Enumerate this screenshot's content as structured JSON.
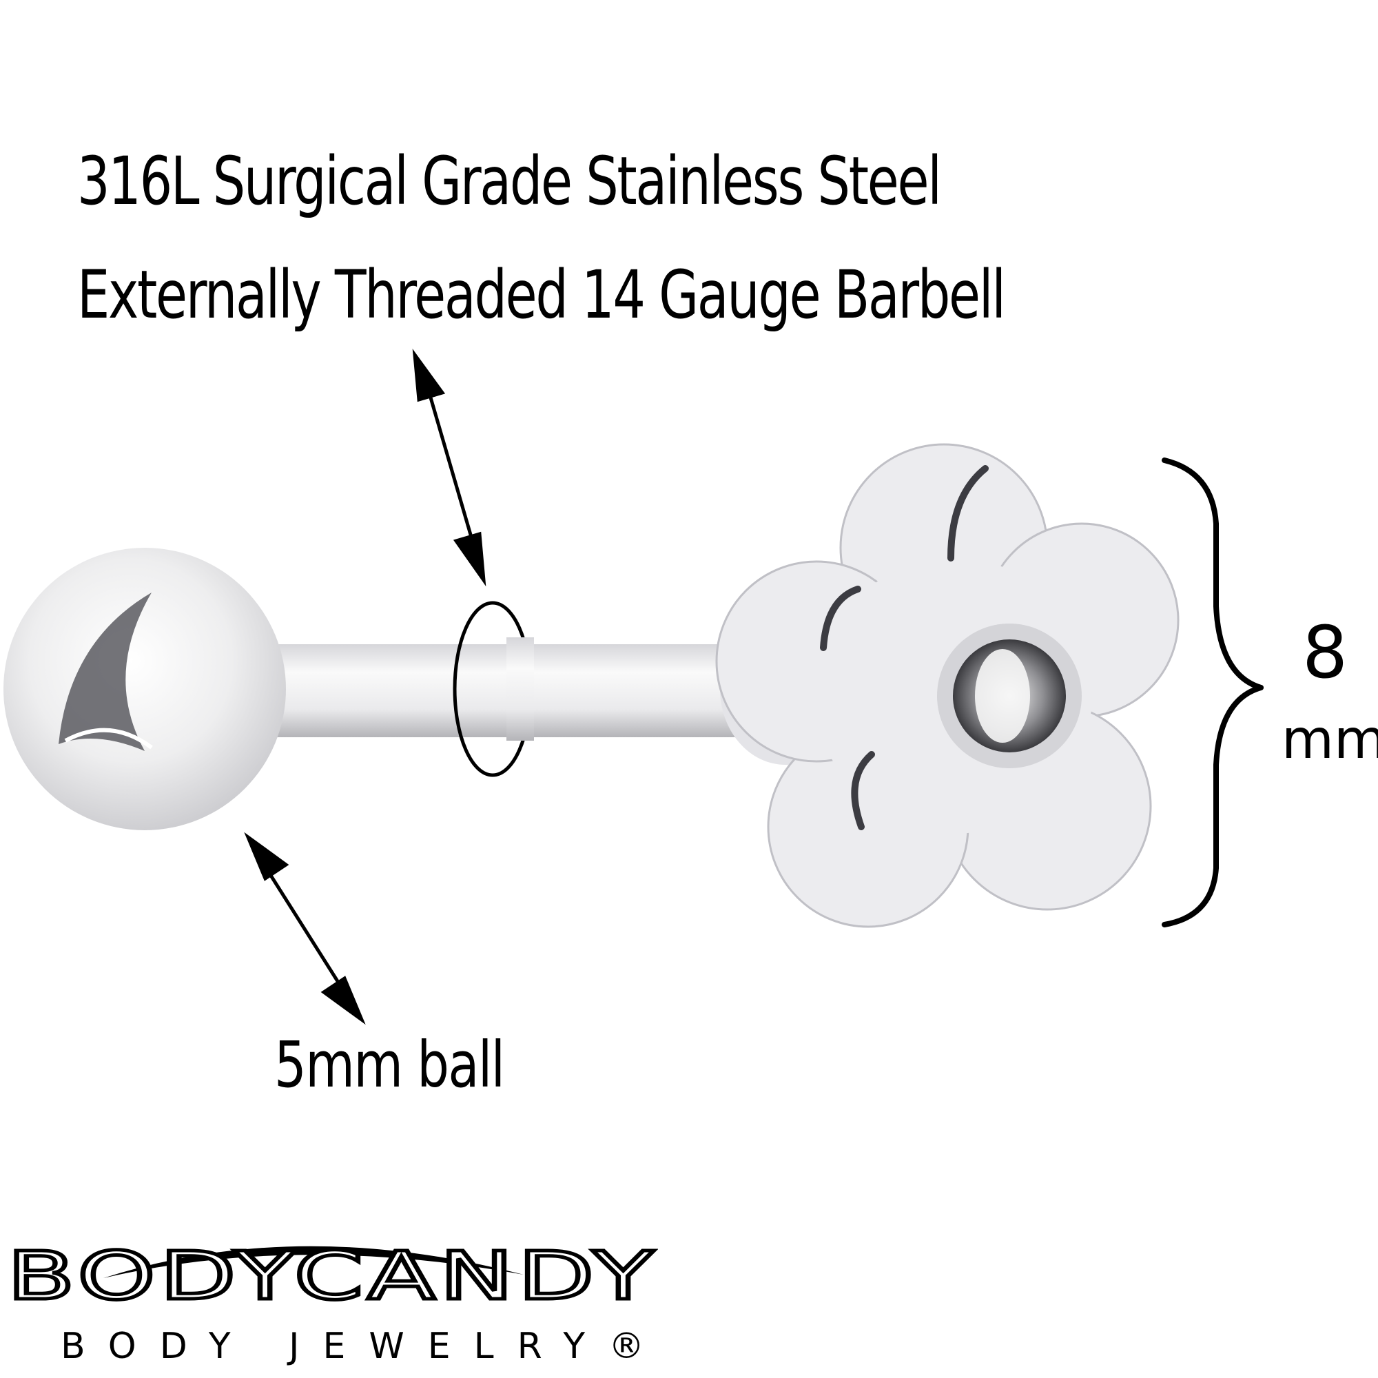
{
  "specs": {
    "line1": "316L Surgical Grade Stainless Steel",
    "line2": "Externally Threaded 14 Gauge Barbell"
  },
  "ball_label": "5mm ball",
  "size": {
    "value": "8",
    "unit": "mm"
  },
  "logo": {
    "brand": "BODYCANDY",
    "tagline": "BODY JEWELRY®"
  }
}
